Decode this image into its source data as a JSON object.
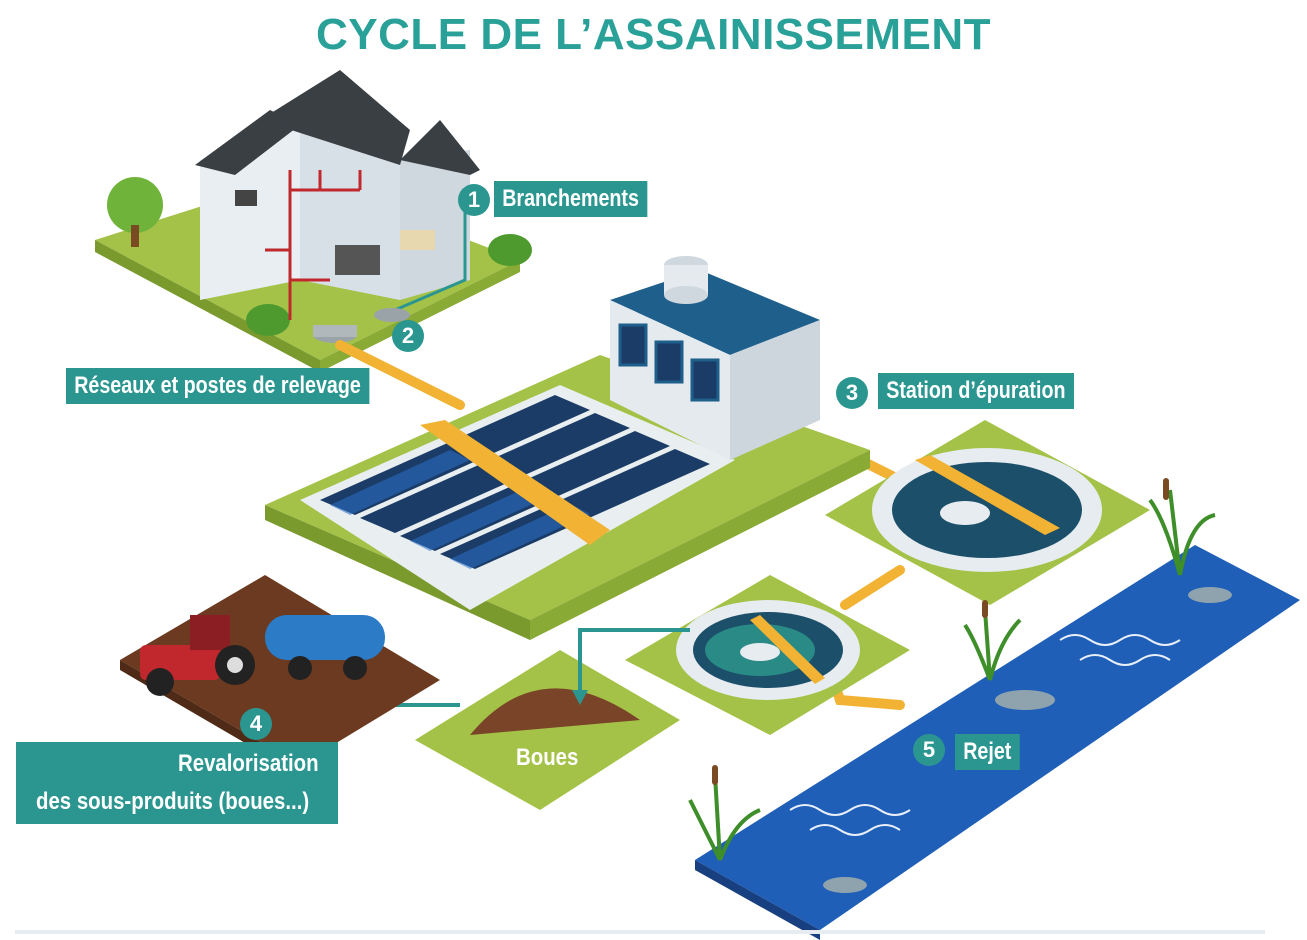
{
  "title": "CYCLE DE L’ASSAINISSEMENT",
  "steps": [
    {
      "number": "1",
      "label": "Branchements"
    },
    {
      "number": "2",
      "label": "Réseaux et postes de relevage"
    },
    {
      "number": "3",
      "label": "Station d’épuration"
    },
    {
      "number": "4",
      "label_line1": "Revalorisation",
      "label_line2": "des sous-produits (boues...)"
    },
    {
      "number": "5",
      "label": "Rejet"
    }
  ],
  "sludge_label": "Boues",
  "colors": {
    "accent": "#2b9690",
    "title": "#2aa198",
    "grass": "#a9c64a",
    "pipe": "#f2b233",
    "water": "#1f5fb8",
    "soil": "#6b3a20"
  }
}
